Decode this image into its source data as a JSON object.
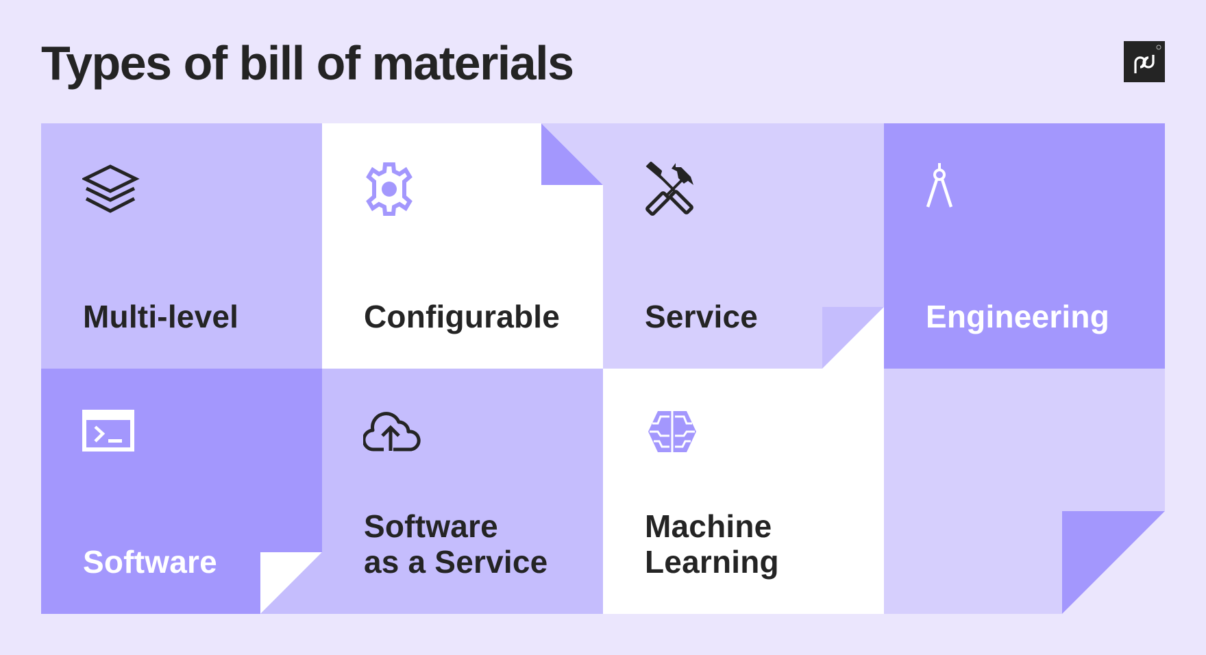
{
  "title": "Types of bill of materials",
  "logo": {
    "text": "pd",
    "registered_mark": "®",
    "icon": "pandadoc-logo-icon"
  },
  "colors": {
    "page_background": "#ebe6fd",
    "light_lavender": "#d6cffd",
    "medium_purple": "#c5bdfd",
    "dark_purple": "#a397fd",
    "white": "#ffffff",
    "text_dark": "#242424",
    "text_light": "#ffffff"
  },
  "tiles": [
    {
      "label": "Multi-level",
      "icon": "layers-icon",
      "background": "#c5bdfd",
      "text_color": "#242424"
    },
    {
      "label": "Configurable",
      "icon": "gear-icon",
      "background": "#ffffff",
      "text_color": "#242424"
    },
    {
      "label": "Service",
      "icon": "tools-icon",
      "background": "#d6cffd",
      "text_color": "#242424"
    },
    {
      "label": "Engineering",
      "icon": "compass-icon",
      "background": "#a397fd",
      "text_color": "#ffffff"
    },
    {
      "label": "Software",
      "icon": "terminal-icon",
      "background": "#a397fd",
      "text_color": "#ffffff"
    },
    {
      "label": "Software\nas a Service",
      "icon": "cloud-upload-icon",
      "background": "#c5bdfd",
      "text_color": "#242424"
    },
    {
      "label": "Machine\nLearning",
      "icon": "brain-icon",
      "background": "#ffffff",
      "text_color": "#242424"
    },
    {
      "label": "",
      "icon": "",
      "background": "#d6cffd",
      "text_color": "#242424"
    }
  ]
}
